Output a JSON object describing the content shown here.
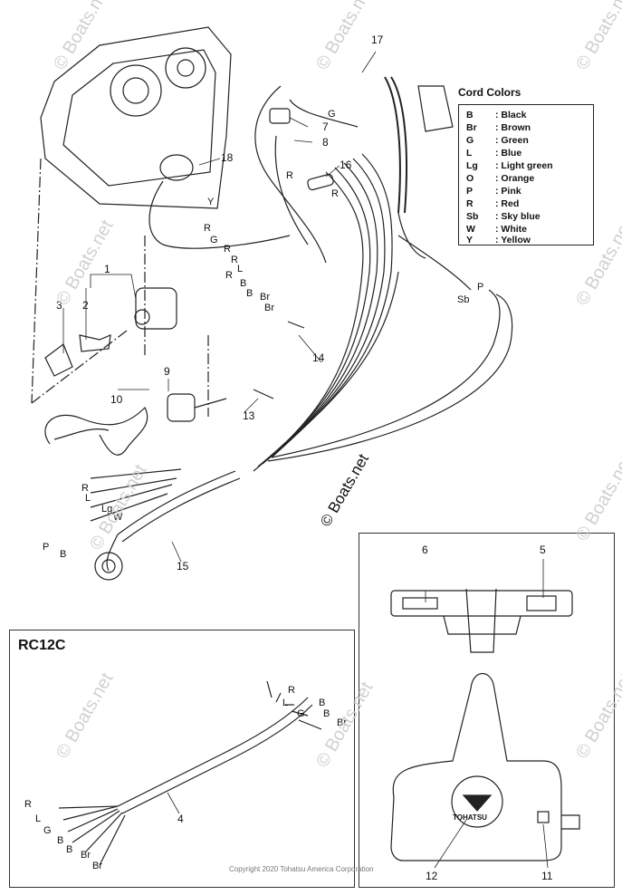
{
  "legend": {
    "title": "Cord Colors",
    "rows": [
      {
        "code": "B",
        "name": ": Black"
      },
      {
        "code": "Br",
        "name": ": Brown"
      },
      {
        "code": "G",
        "name": ": Green"
      },
      {
        "code": "L",
        "name": ": Blue"
      },
      {
        "code": "Lg",
        "name": ": Light green"
      },
      {
        "code": "O",
        "name": ": Orange"
      },
      {
        "code": "P",
        "name": ": Pink"
      },
      {
        "code": "R",
        "name": ": Red"
      },
      {
        "code": "Sb",
        "name": ": Sky blue"
      },
      {
        "code": "W",
        "name": ": White"
      },
      {
        "code": "Y",
        "name": ": Yellow"
      }
    ]
  },
  "callouts": [
    "1",
    "2",
    "3",
    "4",
    "5",
    "6",
    "7",
    "8",
    "9",
    "10",
    "11",
    "12",
    "13",
    "14",
    "15",
    "16",
    "17",
    "18"
  ],
  "wire_labels": [
    "G",
    "R",
    "R",
    "Y",
    "R",
    "G",
    "R",
    "R",
    "L",
    "R",
    "B",
    "B",
    "Br",
    "Br",
    "P",
    "Sb",
    "R",
    "L",
    "Lg",
    "W",
    "P",
    "B",
    "R",
    "L",
    "G",
    "B",
    "B",
    "Br",
    "R",
    "L",
    "G",
    "B",
    "B",
    "Br",
    "Br"
  ],
  "inset_title": "RC12C",
  "brand_label": "TOHATSU",
  "watermark": "© Boats.net",
  "copyright": "Copyright 2020 Tohatsu America Corporation"
}
